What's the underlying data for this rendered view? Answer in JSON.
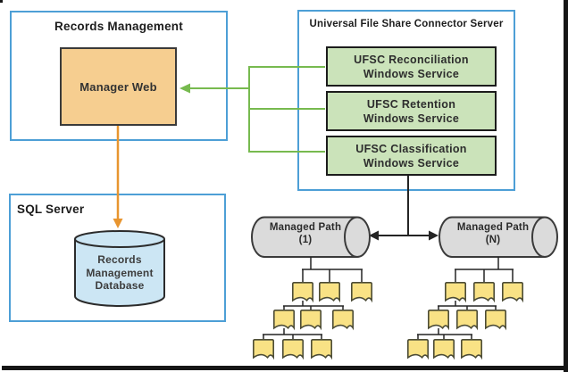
{
  "records_management": {
    "title": "Records Management",
    "manager_web_label": "Manager Web"
  },
  "ufsc_server": {
    "title": "Universal File Share Connector Server",
    "services": [
      {
        "line1": "UFSC Reconciliation",
        "line2": "Windows Service"
      },
      {
        "line1": "UFSC Retention",
        "line2": "Windows Service"
      },
      {
        "line1": "UFSC Classification",
        "line2": "Windows Service"
      }
    ]
  },
  "sql_server": {
    "title": "SQL Server",
    "database_label": {
      "line1": "Records",
      "line2": "Management",
      "line3": "Database"
    }
  },
  "managed_paths": [
    {
      "line1": "Managed Path",
      "line2": "(1)",
      "document_rows": 3,
      "documents_per_row": 3
    },
    {
      "line1": "Managed Path",
      "line2": "(N)",
      "document_rows": 3,
      "documents_per_row": 3
    }
  ],
  "icons": {
    "document": "document-icon"
  },
  "colors": {
    "container_border": "#4D9FD6",
    "service_fill": "#CBE3BA",
    "manager_web_fill": "#F6CE90",
    "database_fill": "#CCE6F4",
    "cylinder_fill": "#DBDBDB",
    "green_line": "#77BA4F",
    "orange_line": "#E8952F",
    "line_dark": "#242424",
    "doc_fill": "#F9E285",
    "doc_border": "#4C4C36"
  }
}
